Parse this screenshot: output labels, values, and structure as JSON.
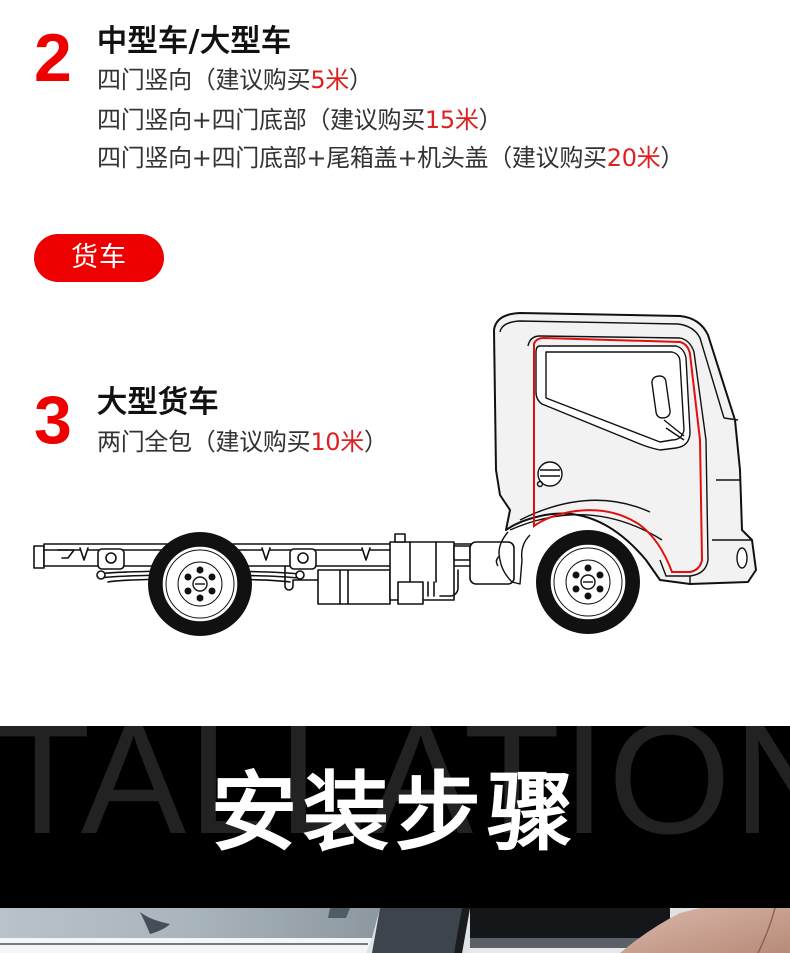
{
  "section2": {
    "number": "2",
    "title": "中型车/大型车",
    "lines": [
      {
        "text": "四门竖向（建议购买",
        "highlight": "5米",
        "suffix": "）"
      },
      {
        "text": "四门竖向+四门底部（建议购买",
        "highlight": "15米",
        "suffix": "）"
      },
      {
        "text": "四门竖向+四门底部+尾箱盖+机头盖（建议购买",
        "highlight": "20米",
        "suffix": "）"
      }
    ]
  },
  "category_tag": {
    "label": "货车"
  },
  "section3": {
    "number": "3",
    "title": "大型货车",
    "lines": [
      {
        "text": "两门全包（建议购买",
        "highlight": "10米",
        "suffix": "）"
      }
    ]
  },
  "illustration": {
    "subject": "truck-side-view",
    "seal_color": "#e01010"
  },
  "install_banner": {
    "background_text": "TALLATION",
    "title": "安装步骤"
  },
  "colors": {
    "accent": "#ee0000",
    "highlight_text": "#e02020",
    "banner_bg": "#000000",
    "banner_ghost_text": "#222222"
  }
}
